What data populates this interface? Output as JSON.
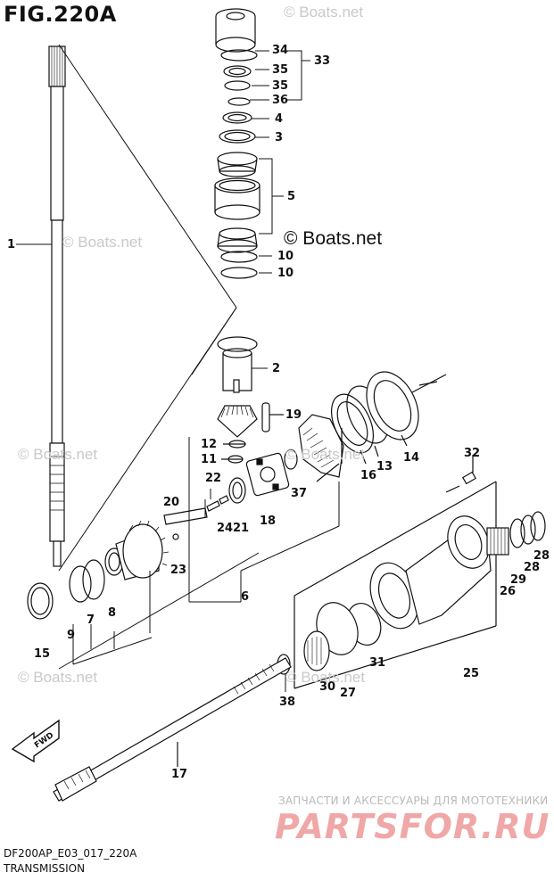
{
  "figure": {
    "title": "FIG.220A",
    "code": "DF200AP_E03_017_220A",
    "caption": "TRANSMISSION"
  },
  "watermarks": {
    "small": "© Boats.net",
    "big": "© Boats.net"
  },
  "advert": {
    "line1": "ЗАПЧАСТИ И АКСЕССУАРЫ ДЛЯ МОТОТЕХНИКИ",
    "line2": "PARTSFOR.RU"
  },
  "fwd_arrow_label": "FWD",
  "callouts": [
    "34",
    "33",
    "35",
    "35",
    "36",
    "4",
    "3",
    "5",
    "10",
    "10",
    "1",
    "2",
    "19",
    "12",
    "11",
    "22",
    "20",
    "24",
    "21",
    "18",
    "37",
    "16",
    "13",
    "14",
    "32",
    "23",
    "6",
    "15",
    "9",
    "7",
    "8",
    "26",
    "29",
    "28",
    "28",
    "25",
    "31",
    "30",
    "27",
    "38",
    "17"
  ],
  "colors": {
    "ink": "#111111",
    "watermark": "#c9c9c9",
    "advert_red": "#f0a7a7",
    "advert_grey": "#b9b9b9"
  }
}
